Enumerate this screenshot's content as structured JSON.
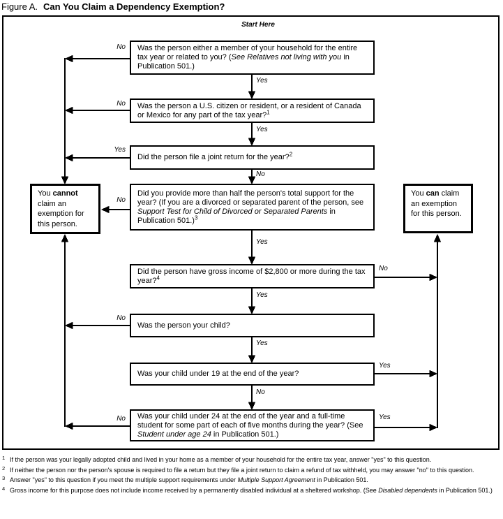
{
  "colors": {
    "ink": "#000000",
    "paper": "#ffffff"
  },
  "title": {
    "figure": "Figure A.",
    "text": "Can You Claim a Dependency Exemption?"
  },
  "start_label": "Start Here",
  "questions": {
    "q1": {
      "p0": "Was the person either a member of your household for the entire tax year or related to you? (",
      "p1": "See Relatives not living with you",
      "p2": " in Publication 501.)"
    },
    "q2": {
      "p0": "Was the person a U.S. citizen or resident, or a resident of Canada or Mexico for any part of the tax year?",
      "sup": "1"
    },
    "q3": {
      "p0": "Did the person file a joint return for the year?",
      "sup": "2"
    },
    "q4": {
      "p0": "Did you provide more than half the person's total support for the year? (If you are a divorced or separated parent of the person, see ",
      "p1": "Support Test for Child of Divorced or Separated Parents",
      "p2": " in Publication 501.)",
      "sup": "3"
    },
    "q5": {
      "p0": "Did the person have gross income of $2,800 or more during the tax year?",
      "sup": "4"
    },
    "q6": {
      "p0": "Was the person your child?"
    },
    "q7": {
      "p0": "Was your child under 19 at the end of the year?"
    },
    "q8": {
      "p0": "Was your child under 24 at the end of the year and a full-time student for some part of each of five months during the year? (See ",
      "p1": "Student under age 24",
      "p2": " in Publication 501.)"
    }
  },
  "results": {
    "cannot": {
      "p0": "You ",
      "p1": "cannot",
      "p2": " claim an exemption for this person."
    },
    "can": {
      "p0": "You ",
      "p1": "can",
      "p2": " claim an exemption for this person."
    }
  },
  "edge_labels": {
    "q1_no": "No",
    "q2_no": "No",
    "q3_yes": "Yes",
    "q4_no": "No",
    "q6_no": "No",
    "q8_no": "No",
    "q1_yes": "Yes",
    "q2_yes": "Yes",
    "q3_no": "No",
    "q4_yes": "Yes",
    "q5_yes": "Yes",
    "q6_yes": "Yes",
    "q7_no": "No",
    "q5_no": "No",
    "q7_yes": "Yes",
    "q8_yes": "Yes"
  },
  "footnotes": {
    "fn1": {
      "sup": "1",
      "p0": "If the person was your legally adopted child and lived in your home as a member of your household for the entire tax year, answer \"yes\" to this question."
    },
    "fn2": {
      "sup": "2",
      "p0": "If neither the person nor the person's spouse is required to file a return but they file a joint return to claim a refund of tax withheld, you may answer \"no\" to this question."
    },
    "fn3": {
      "sup": "3",
      "p0": "Answer \"yes\" to this question if you meet the multiple support requirements under ",
      "p1": "Multiple Support Agreement",
      "p2": " in Publication 501."
    },
    "fn4": {
      "sup": "4",
      "p0": "Gross income for this purpose does not include income received by a permanently disabled individual at a sheltered workshop. (See ",
      "p1": "Disabled dependents",
      "p2": " in Publication 501.)"
    }
  }
}
